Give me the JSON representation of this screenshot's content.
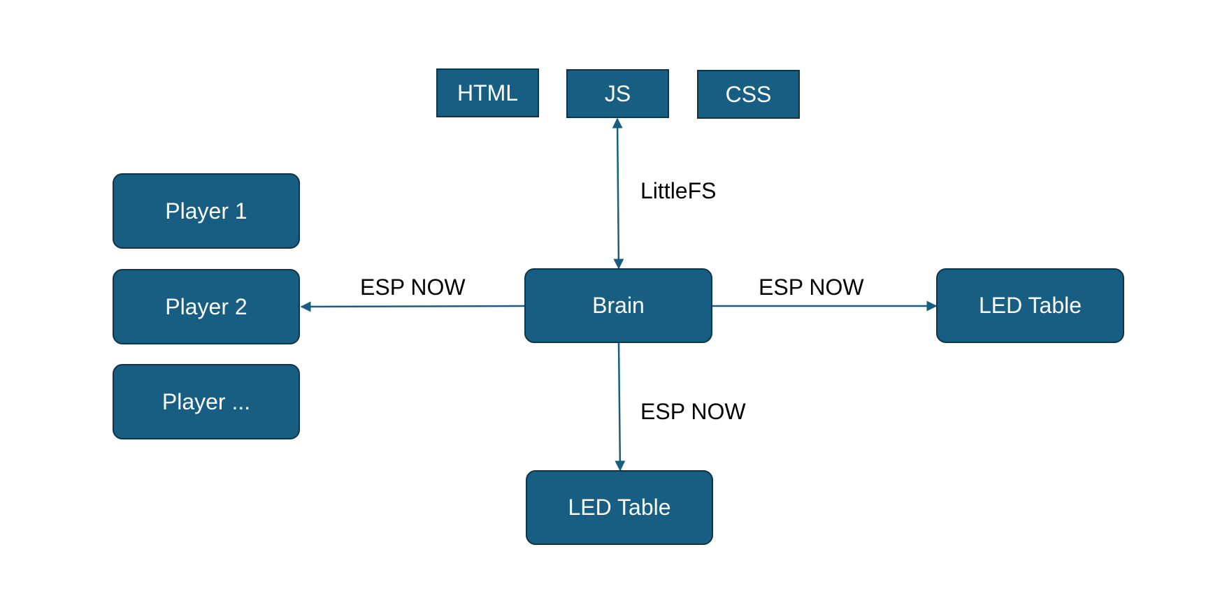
{
  "colors": {
    "node_fill": "#175e82",
    "node_border": "#0f3447",
    "node_text": "#ffffff",
    "connector": "#175e82",
    "label_text": "#000000"
  },
  "nodes": {
    "html": "HTML",
    "js": "JS",
    "css": "CSS",
    "player1": "Player 1",
    "player2": "Player 2",
    "player_more": "Player ...",
    "brain": "Brain",
    "led_table_right": "LED Table",
    "led_table_bottom": "LED Table"
  },
  "edges": {
    "js_brain": "LittleFS",
    "brain_players": "ESP NOW",
    "brain_led_right": "ESP NOW",
    "brain_led_bottom": "ESP NOW"
  }
}
